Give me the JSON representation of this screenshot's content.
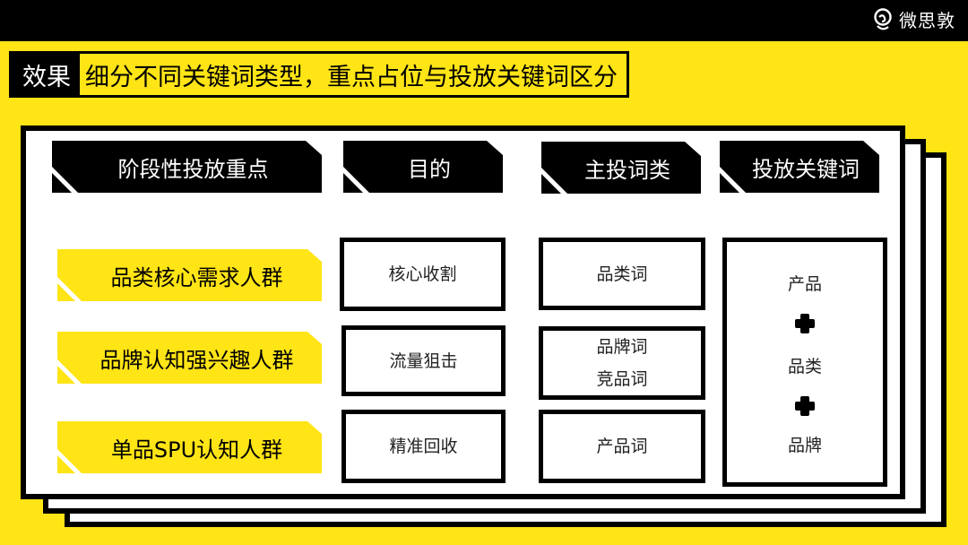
{
  "brand": {
    "logo_text": "微思敦",
    "logo_icon": "swirl-logo-icon"
  },
  "title": {
    "tag": "效果",
    "text": "细分不同关键词类型，重点占位与投放关键词区分"
  },
  "colors": {
    "accent": "#FFE416",
    "dark": "#000000",
    "panel": "#FFFFFF"
  },
  "table": {
    "headers": [
      "阶段性投放重点",
      "目的",
      "主投词类",
      "投放关键词"
    ],
    "rows": [
      {
        "stage": "品类核心需求人群",
        "purpose": "核心收割",
        "word_types": [
          "品类词"
        ]
      },
      {
        "stage": "品牌认知强兴趣人群",
        "purpose": "流量狙击",
        "word_types": [
          "品牌词",
          "竞品词"
        ]
      },
      {
        "stage": "单品SPU认知人群",
        "purpose": "精准回收",
        "word_types": [
          "产品词"
        ]
      }
    ],
    "keywords": {
      "items": [
        "产品",
        "品类",
        "品牌"
      ],
      "separator_icon": "plus-icon"
    }
  }
}
